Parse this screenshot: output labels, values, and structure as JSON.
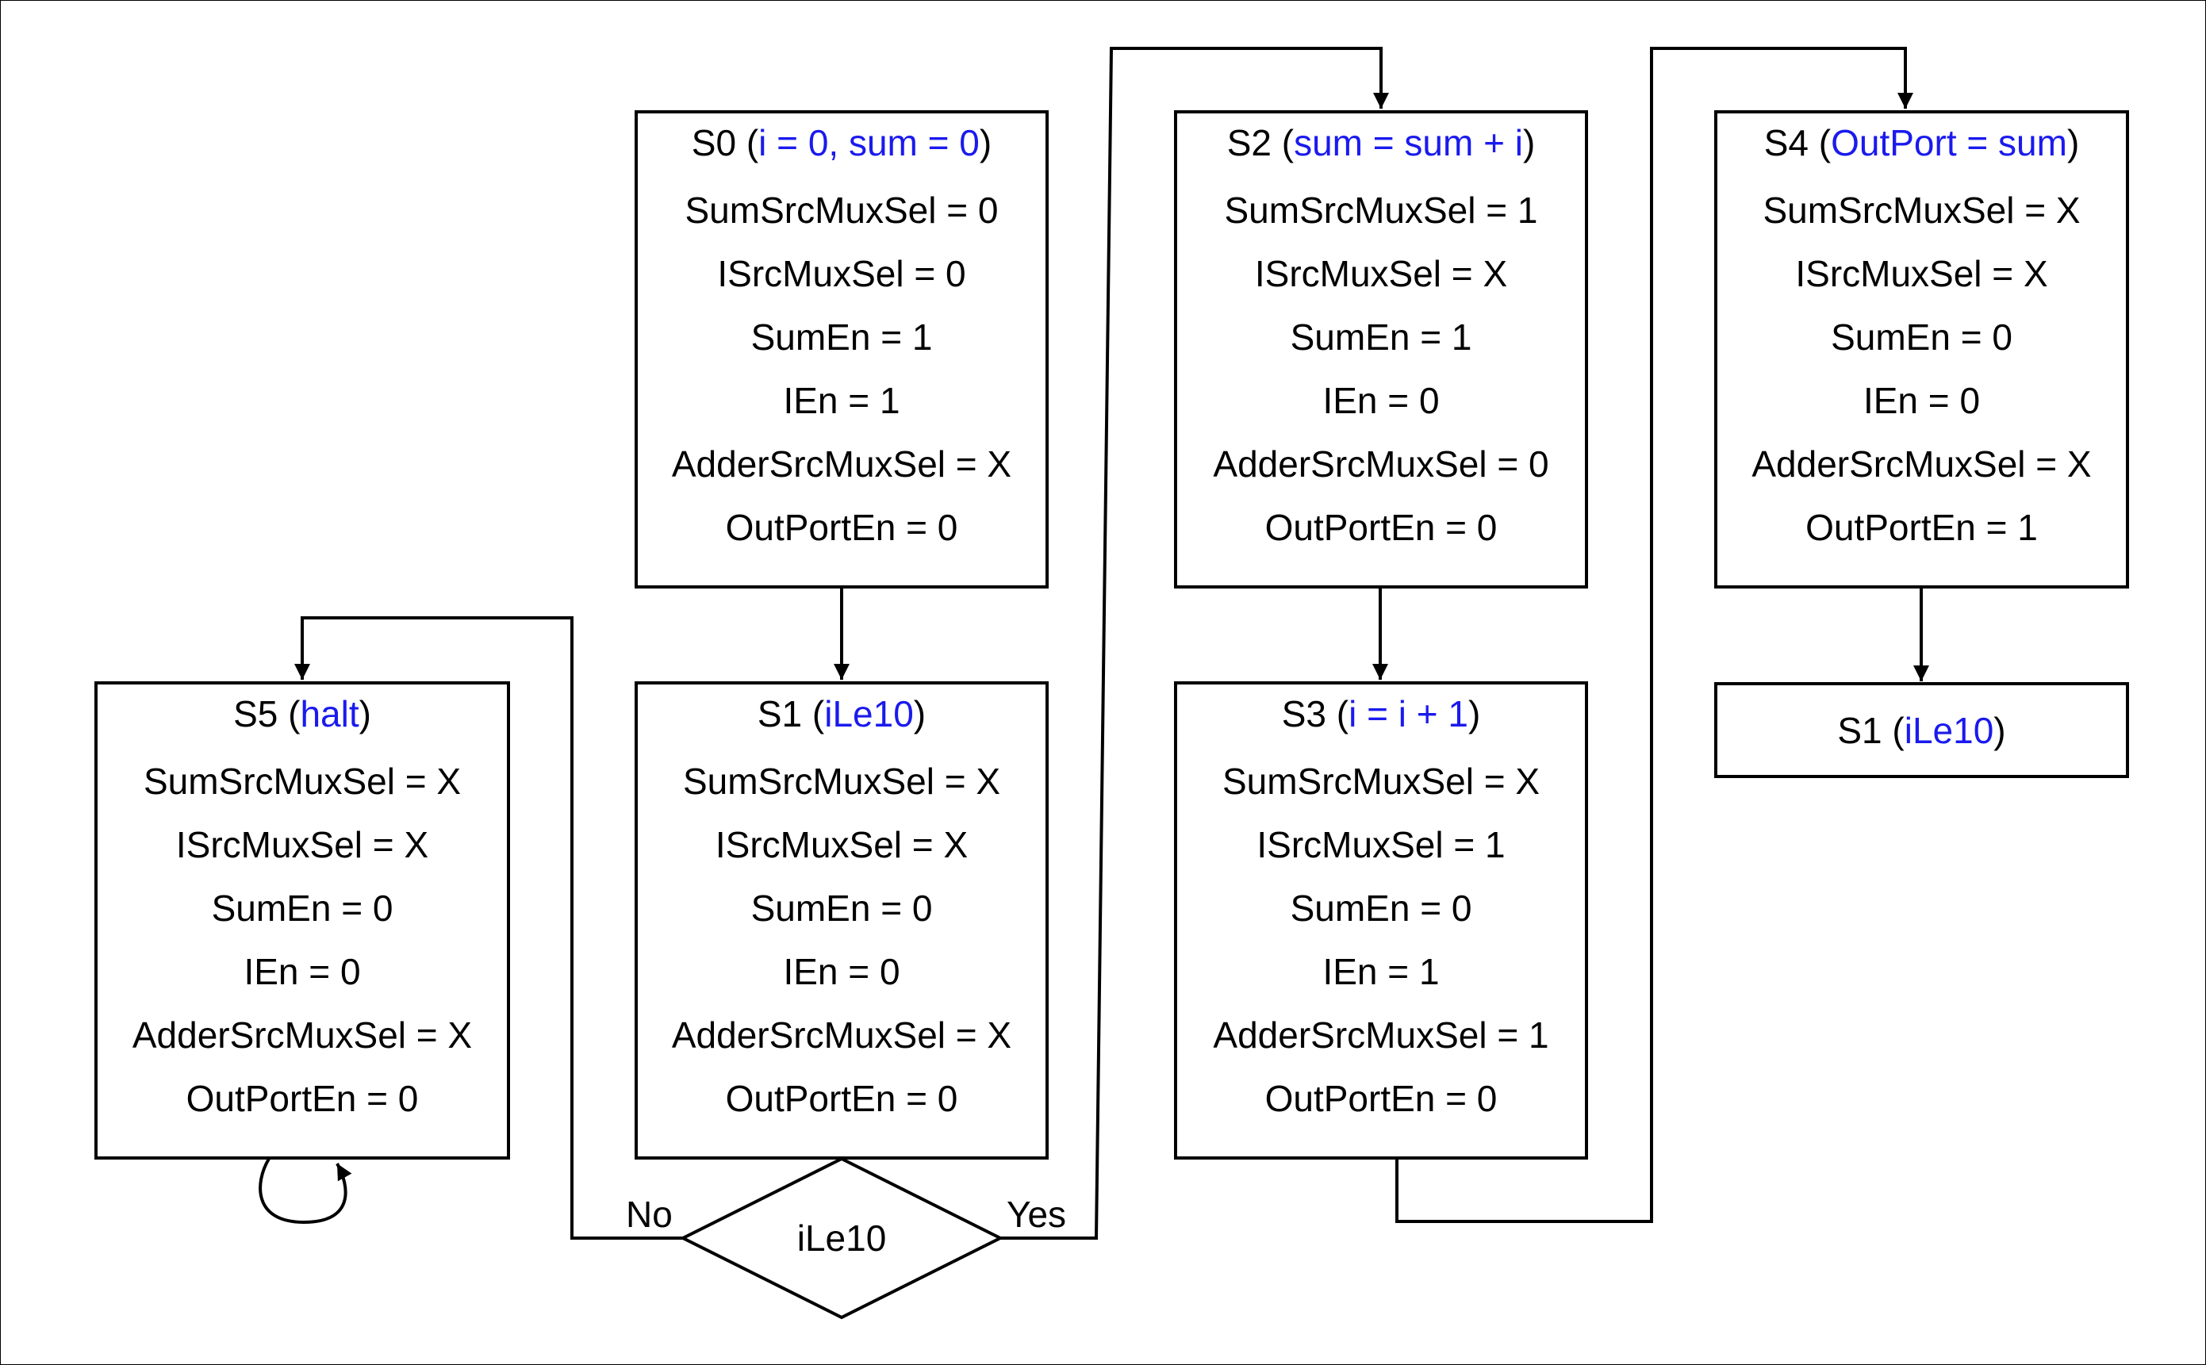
{
  "states": {
    "s0": {
      "name": "S0",
      "action": "i = 0, sum = 0",
      "signals": [
        "SumSrcMuxSel = 0",
        "ISrcMuxSel = 0",
        "SumEn = 1",
        "IEn = 1",
        "AdderSrcMuxSel = X",
        "OutPortEn = 0"
      ]
    },
    "s1": {
      "name": "S1",
      "action": "iLe10",
      "signals": [
        "SumSrcMuxSel = X",
        "ISrcMuxSel = X",
        "SumEn = 0",
        "IEn = 0",
        "AdderSrcMuxSel = X",
        "OutPortEn = 0"
      ]
    },
    "s2": {
      "name": "S2",
      "action": "sum = sum + i",
      "signals": [
        "SumSrcMuxSel = 1",
        "ISrcMuxSel = X",
        "SumEn = 1",
        "IEn = 0",
        "AdderSrcMuxSel = 0",
        "OutPortEn = 0"
      ]
    },
    "s3": {
      "name": "S3",
      "action": "i = i + 1",
      "signals": [
        "SumSrcMuxSel = X",
        "ISrcMuxSel = 1",
        "SumEn = 0",
        "IEn = 1",
        "AdderSrcMuxSel = 1",
        "OutPortEn = 0"
      ]
    },
    "s4": {
      "name": "S4",
      "action": "OutPort = sum",
      "signals": [
        "SumSrcMuxSel = X",
        "ISrcMuxSel = X",
        "SumEn = 0",
        "IEn = 0",
        "AdderSrcMuxSel = X",
        "OutPortEn = 1"
      ]
    },
    "s5": {
      "name": "S5",
      "action": "halt",
      "signals": [
        "SumSrcMuxSel = X",
        "ISrcMuxSel = X",
        "SumEn = 0",
        "IEn = 0",
        "AdderSrcMuxSel = X",
        "OutPortEn = 0"
      ]
    },
    "s1_ref": {
      "name": "S1",
      "action": "iLe10"
    }
  },
  "decision": {
    "label": "iLe10",
    "no_label": "No",
    "yes_label": "Yes"
  },
  "colors": {
    "action": "#1a1aee",
    "line": "#000000"
  }
}
